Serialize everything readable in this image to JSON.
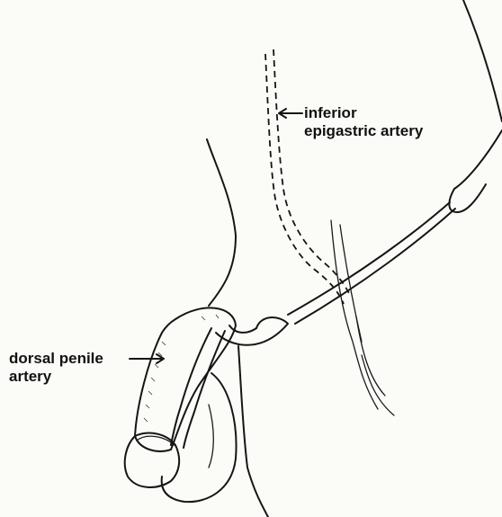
{
  "labels": {
    "inferior_epigastric_line1": "inferior",
    "inferior_epigastric_line2": "epigastric artery",
    "dorsal_penile_line1": "dorsal penile",
    "dorsal_penile_line2": "artery"
  },
  "colors": {
    "background": "#fbfbf8",
    "ink": "#151515"
  }
}
